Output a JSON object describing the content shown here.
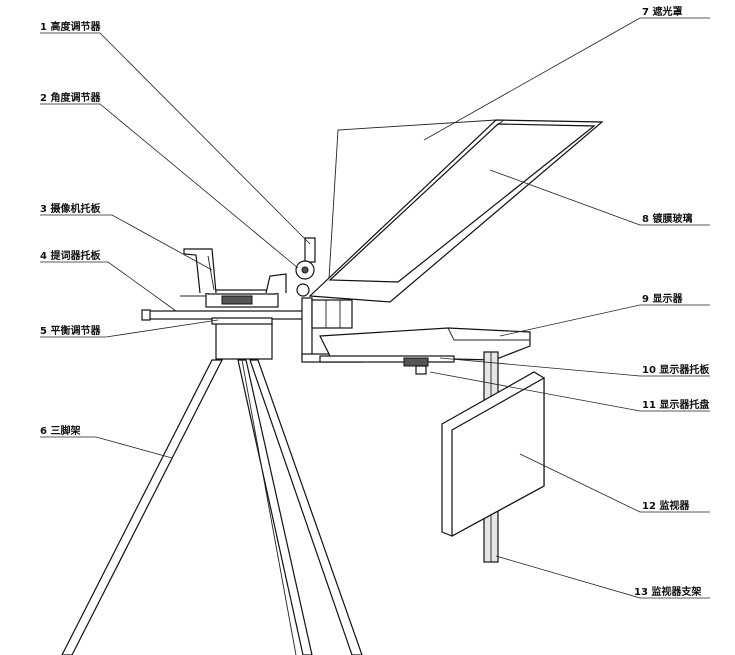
{
  "labels": [
    {
      "id": "height-adjuster",
      "text": "1 高度调节器"
    },
    {
      "id": "angle-adjuster",
      "text": "2 角度调节器"
    },
    {
      "id": "camera-plate",
      "text": "3 摄像机托板"
    },
    {
      "id": "prompter-plate",
      "text": "4 提词器托板"
    },
    {
      "id": "balance-adjuster",
      "text": "5 平衡调节器"
    },
    {
      "id": "tripod",
      "text": "6 三脚架"
    },
    {
      "id": "light-hood",
      "text": "7 遮光罩"
    },
    {
      "id": "coated-glass",
      "text": "8 镀膜玻璃"
    },
    {
      "id": "display",
      "text": "9 显示器"
    },
    {
      "id": "display-plate",
      "text": "10 显示器托板"
    },
    {
      "id": "display-tray",
      "text": "11 显示器托盘"
    },
    {
      "id": "monitor",
      "text": "12 监视器"
    },
    {
      "id": "monitor-stand",
      "text": "13 监视器支架"
    }
  ]
}
